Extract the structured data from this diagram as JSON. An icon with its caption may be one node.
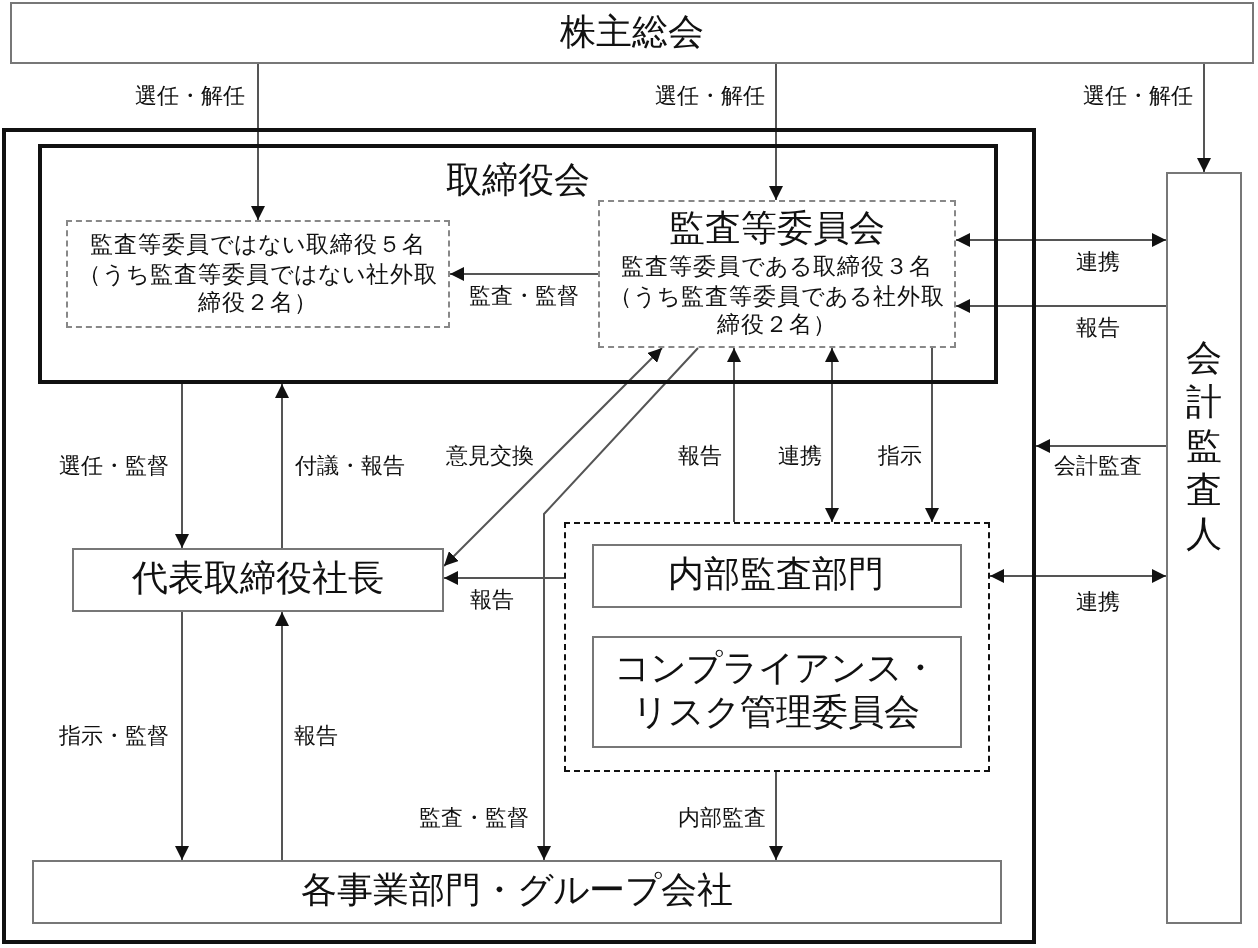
{
  "diagram": {
    "nodes": [
      {
        "text": [
          "株主総会"
        ]
      },
      {
        "text": [],
        "shape": "box"
      },
      {
        "text": [
          "取締役会"
        ],
        "in": 1
      },
      {
        "text": [
          "監査等委員ではない取締役５名（うち監査等委員ではない社外取締役２名）"
        ],
        "in": 2
      },
      {
        "text": [
          "監査等委員会",
          "監査等委員である取締役３名（うち監査等委員である社外取締役２名）"
        ],
        "in": 2
      },
      {
        "text": [
          "代表取締役社長"
        ],
        "in": 1
      },
      {
        "text": [],
        "shape": "box",
        "in": 1
      },
      {
        "text": [
          "内部監査部門"
        ],
        "in": 6
      },
      {
        "text": [
          "コンプライアンス・リスク管理委員会"
        ],
        "in": 6
      },
      {
        "text": [
          "各事業部門・グループ会社"
        ],
        "in": 1
      },
      {
        "text": [
          "会計監査人"
        ]
      }
    ],
    "edges": [
      {
        "from": 0,
        "to": 3,
        "arrow": "to",
        "label": "選任・解任"
      },
      {
        "from": 0,
        "to": 4,
        "arrow": "to",
        "label": "選任・解任"
      },
      {
        "from": 0,
        "to": 10,
        "arrow": "to",
        "label": "選任・解任"
      },
      {
        "from": 4,
        "to": 3,
        "arrow": "to",
        "label": "監査・監督"
      },
      {
        "from": 4,
        "to": 10,
        "arrow": "both",
        "label": "連携"
      },
      {
        "from": 10,
        "to": 4,
        "arrow": "to",
        "label": "報告"
      },
      {
        "from": 10,
        "to": 1,
        "arrow": "to",
        "label": "会計監査"
      },
      {
        "from": 2,
        "to": 5,
        "arrow": "to",
        "label": "選任・監督"
      },
      {
        "from": 5,
        "to": 2,
        "arrow": "to",
        "label": "付議・報告"
      },
      {
        "from": 4,
        "to": 5,
        "arrow": "both",
        "label": "意見交換"
      },
      {
        "from": 4,
        "to": 9,
        "arrow": "to",
        "label": "監査・監督"
      },
      {
        "from": 6,
        "to": 4,
        "arrow": "to",
        "label": "報告"
      },
      {
        "from": 4,
        "to": 6,
        "arrow": "both",
        "label": "連携"
      },
      {
        "from": 4,
        "to": 6,
        "arrow": "to",
        "label": "指示"
      },
      {
        "from": 6,
        "to": 5,
        "arrow": "to",
        "label": "報告"
      },
      {
        "from": 6,
        "to": 10,
        "arrow": "both",
        "label": "連携"
      },
      {
        "from": 5,
        "to": 9,
        "arrow": "to",
        "label": "指示・監督"
      },
      {
        "from": 9,
        "to": 5,
        "arrow": "to",
        "label": "報告"
      },
      {
        "from": 6,
        "to": 9,
        "arrow": "to",
        "label": "内部監査"
      }
    ]
  }
}
